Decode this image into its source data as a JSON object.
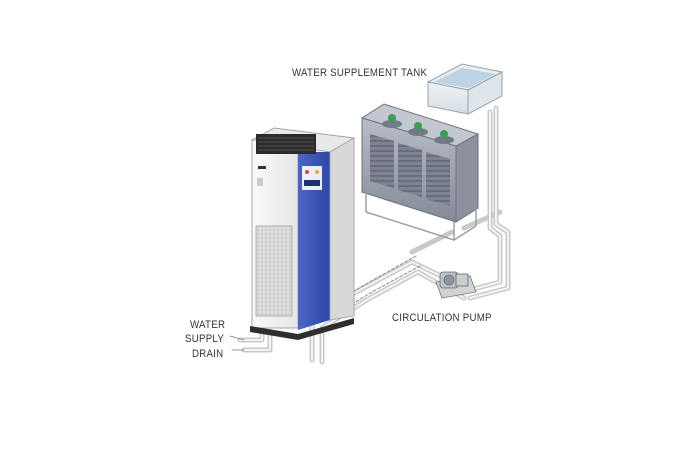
{
  "labels": {
    "water_supplement_tank": "WATER SUPPLEMENT TANK",
    "circulation_pump": "CIRCULATION PUMP",
    "water": "WATER",
    "supply": "SUPPLY",
    "drain": "DRAIN"
  },
  "colors": {
    "background": "#ffffff",
    "unit_body": "#f2f2f2",
    "unit_side_panel": "#3e57b8",
    "tower_casing": "#9aa0ad",
    "pipe": "#d9d9d9",
    "tank_water": "#bcd3e3"
  }
}
